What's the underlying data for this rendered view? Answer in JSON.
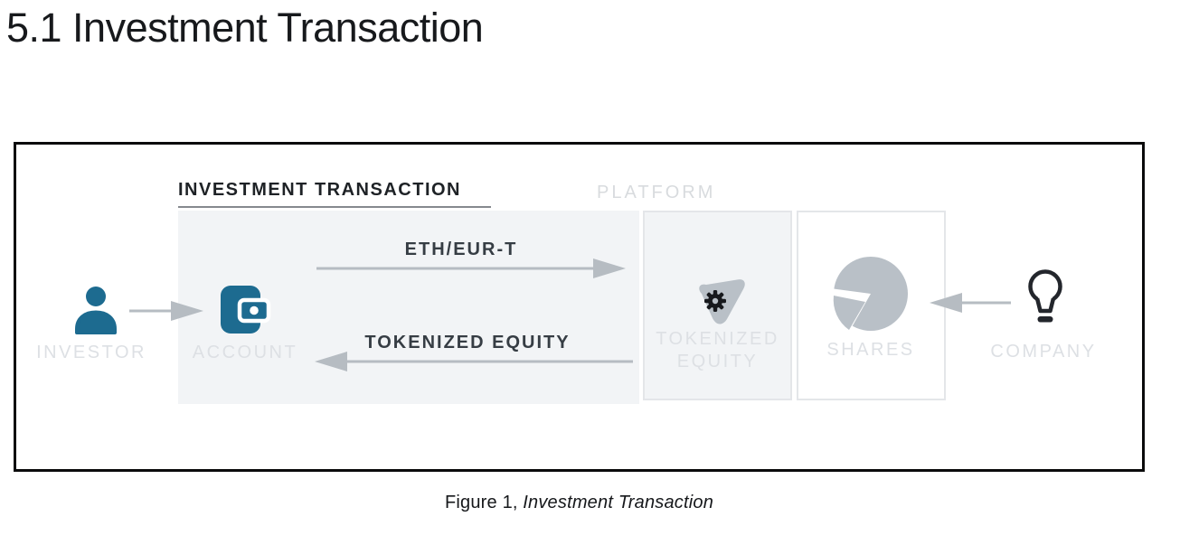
{
  "page": {
    "heading": "5.1 Investment Transaction",
    "caption": {
      "prefix": "Figure 1,",
      "title": "Investment Transaction"
    }
  },
  "figure": {
    "section_label": "INVESTMENT TRANSACTION",
    "platform_label": "PLATFORM",
    "flows": {
      "payment": "ETH/EUR-T",
      "delivery": "TOKENIZED EQUITY"
    },
    "nodes": {
      "investor": "INVESTOR",
      "account": "ACCOUNT",
      "tokenized_equity": "TOKENIZED EQUITY",
      "shares": "SHARES",
      "company": "COMPANY"
    },
    "colors": {
      "accent_teal": "#1d6b90",
      "icon_gray": "#b9c0c7",
      "arrow_gray": "#b6bcc2",
      "dark_icon": "#23262c",
      "ghost_text": "#dde0e4",
      "panel_bg": "#f2f4f6",
      "box_border": "#e4e6e9",
      "frame_border": "#0b0b0c"
    }
  }
}
